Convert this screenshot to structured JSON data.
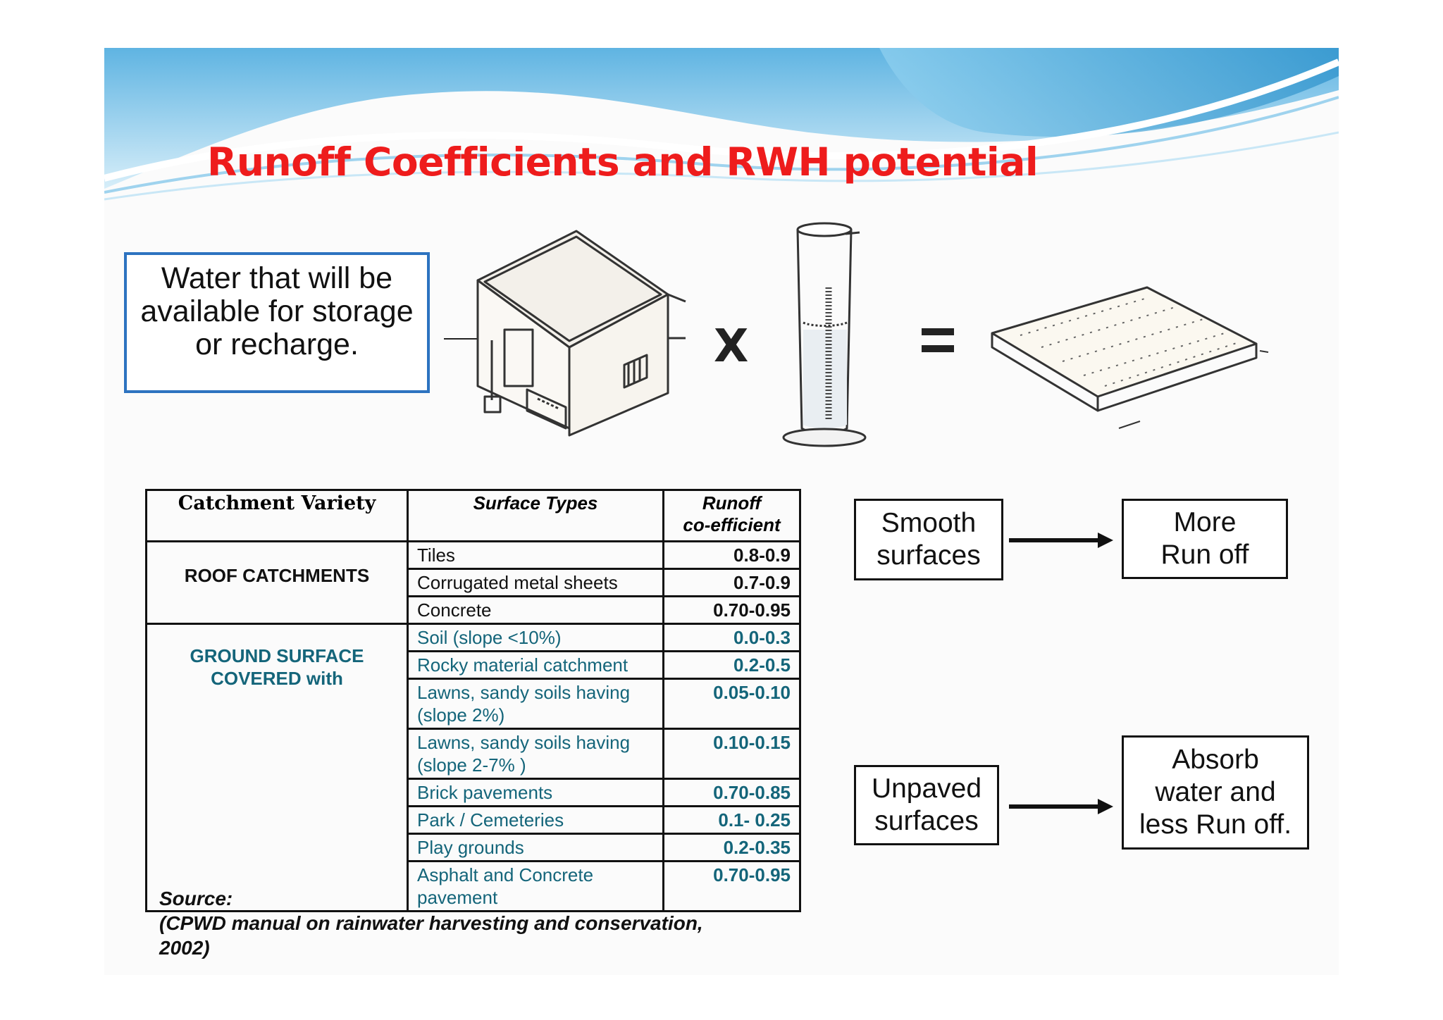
{
  "title": "Runoff Coefficients and RWH potential",
  "callout": {
    "lines": [
      "Water that will be",
      "available for storage",
      "or recharge."
    ]
  },
  "equation": {
    "multiply_symbol": "X",
    "equals_symbol": "=",
    "icons": [
      "building-icon",
      "measuring-cylinder-icon",
      "water-slab-icon"
    ]
  },
  "table": {
    "headers": {
      "catchment": "Catchment Variety",
      "surface": "Surface Types",
      "coef_line1": "Runoff",
      "coef_line2": "co-efficient"
    },
    "roof": {
      "label": "ROOF CATCHMENTS",
      "rows": [
        {
          "surface": "Tiles",
          "coef": "0.8-0.9"
        },
        {
          "surface": "Corrugated metal sheets",
          "coef": "0.7-0.9"
        },
        {
          "surface": "Concrete",
          "coef": "0.70-0.95"
        }
      ]
    },
    "ground": {
      "label_line1": "GROUND SURFACE",
      "label_line2": "COVERED with",
      "rows": [
        {
          "surface": "Soil (slope <10%)",
          "coef": "0.0-0.3"
        },
        {
          "surface": "Rocky material catchment",
          "coef": "0.2-0.5"
        },
        {
          "surface_line1": "Lawns, sandy soils having",
          "surface_line2": "(slope 2%)",
          "coef": "0.05-0.10"
        },
        {
          "surface_line1": "Lawns, sandy soils having",
          "surface_line2": "(slope 2-7% )",
          "coef": "0.10-0.15"
        },
        {
          "surface": "Brick pavements",
          "coef": "0.70-0.85"
        },
        {
          "surface": "Park / Cemeteries",
          "coef": "0.1- 0.25"
        },
        {
          "surface": "Play grounds",
          "coef": "0.2-0.35"
        },
        {
          "surface_line1": "Asphalt and Concrete",
          "surface_line2": "pavement",
          "coef": "0.70-0.95"
        }
      ]
    }
  },
  "source": {
    "line1": "Source:",
    "line2": "(CPWD manual on rainwater harvesting and conservation,",
    "line3": "2002)"
  },
  "flow": {
    "smooth": {
      "line1": "Smooth",
      "line2": "surfaces"
    },
    "more_runoff": {
      "line1": "More",
      "line2": "Run off"
    },
    "unpaved": {
      "line1": "Unpaved",
      "line2": "surfaces"
    },
    "absorb": {
      "line1": "Absorb",
      "line2": "water and",
      "line3": "less Run off."
    }
  },
  "colors": {
    "title": "#ee1c1c",
    "callout_border": "#2d73c0",
    "ground_text": "#14657a",
    "banner_light": "#cfeaf7",
    "banner_mid": "#7ec3e6",
    "banner_dark": "#3f9fd3"
  }
}
